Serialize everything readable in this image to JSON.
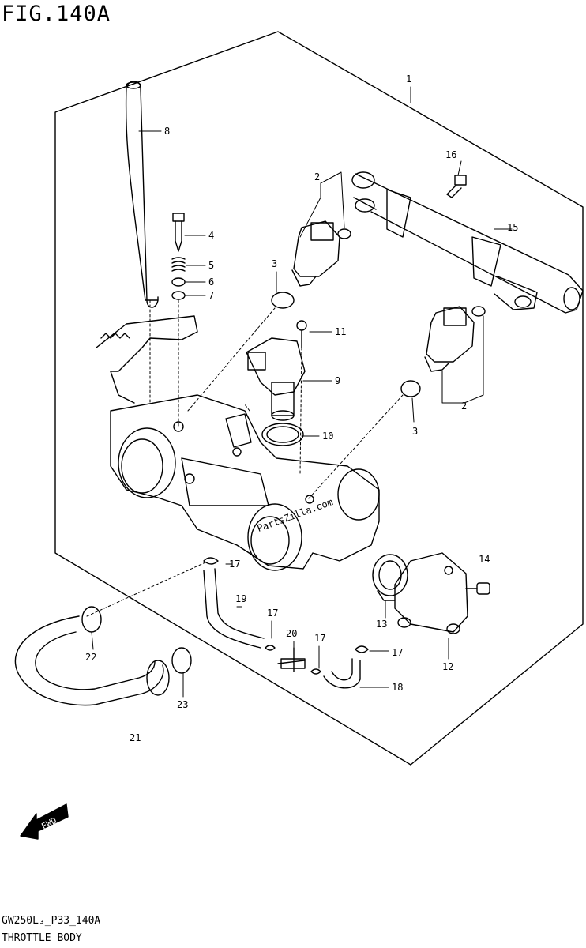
{
  "figure": {
    "title": "FIG.140A",
    "code": "GW250L₃_P33_140A",
    "name": "THROTTLE BODY",
    "watermark": "PartsZilla.com",
    "fwd_label": "FWD"
  },
  "callouts": {
    "c1": "1",
    "c2a": "2",
    "c2b": "2",
    "c3a": "3",
    "c3b": "3",
    "c4": "4",
    "c5": "5",
    "c6": "6",
    "c7": "7",
    "c8": "8",
    "c9": "9",
    "c10": "10",
    "c11": "11",
    "c12": "12",
    "c13": "13",
    "c14": "14",
    "c15": "15",
    "c16": "16",
    "c17a": "17",
    "c17b": "17",
    "c17c": "17",
    "c17d": "17",
    "c18": "18",
    "c19": "19",
    "c20": "20",
    "c21": "21",
    "c22": "22",
    "c23": "23"
  },
  "colors": {
    "ink": "#000000",
    "paper": "#ffffff"
  }
}
